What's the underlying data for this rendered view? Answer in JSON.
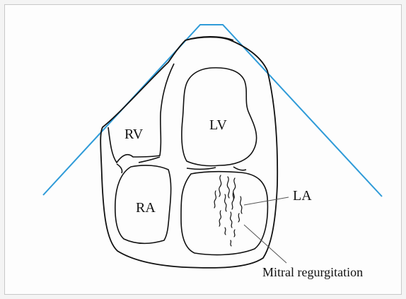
{
  "diagram": {
    "colors": {
      "ultrasound_sector": "#2f9bd8",
      "outline": "#111111",
      "pointer": "#555555",
      "background": "#fdfdfd"
    },
    "chambers": {
      "rv": "RV",
      "lv": "LV",
      "ra": "RA",
      "la": "LA"
    },
    "annotation": "Mitral regurgitation"
  }
}
